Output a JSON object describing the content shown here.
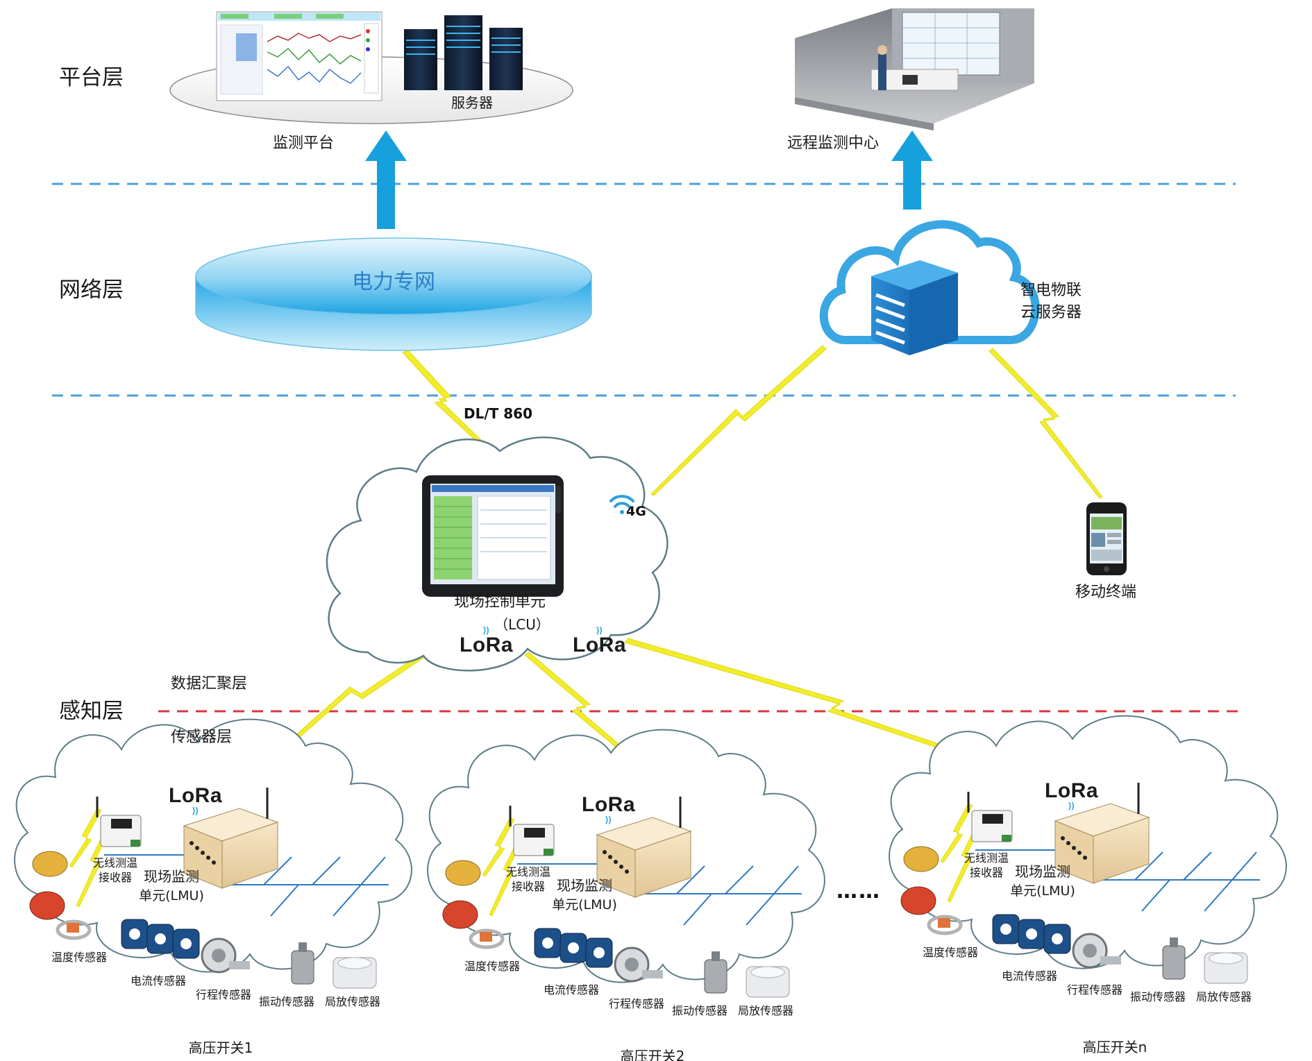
{
  "layers": {
    "platform": "平台层",
    "network": "网络层",
    "perception": "感知层",
    "data_aggregation": "数据汇聚层",
    "sensor": "传感器层"
  },
  "platform": {
    "server_label": "服务器",
    "monitor_platform": "监测平台",
    "remote_center": "远程监测中心"
  },
  "network": {
    "power_net": "电力专网",
    "cloud_line1": "智电物联",
    "cloud_line2": "云服务器",
    "protocol": "DL/T 860"
  },
  "lcu": {
    "label": "现场控制单元",
    "sub": "（LCU）",
    "badge_4g": "4G",
    "lora": "LoRa"
  },
  "mobile": {
    "label": "移动终端"
  },
  "clusters": [
    {
      "switch": "高压开关1",
      "lora": "LoRa",
      "receiver": "无线测温接收器",
      "receiver_l1": "无线测温",
      "receiver_l2": "接收器",
      "lmu_l1": "现场监测",
      "lmu_l2": "单元(LMU)",
      "temp": "温度传感器",
      "current": "电流传感器",
      "travel": "行程传感器",
      "vibration": "振动传感器",
      "pd": "局放传感器"
    },
    {
      "switch": "高压开关2",
      "lora": "LoRa",
      "receiver_l1": "无线测温",
      "receiver_l2": "接收器",
      "lmu_l1": "现场监测",
      "lmu_l2": "单元(LMU)",
      "temp": "温度传感器",
      "current": "电流传感器",
      "travel": "行程传感器",
      "vibration": "振动传感器",
      "pd": "局放传感器"
    },
    {
      "switch": "高压开关n",
      "lora": "LoRa",
      "receiver_l1": "无线测温",
      "receiver_l2": "接收器",
      "lmu_l1": "现场监测",
      "lmu_l2": "单元(LMU)",
      "temp": "温度传感器",
      "current": "电流传感器",
      "travel": "行程传感器",
      "vibration": "振动传感器",
      "pd": "局放传感器"
    }
  ],
  "ellipsis": "……",
  "colors": {
    "divider_blue": "#4f9fd9",
    "divider_red": "#d9363e",
    "arrow_blue": "#16a0dc",
    "lightning_yellow": "#f2ec2a",
    "cloud_outline": "#5d7d86",
    "cloud_blue": "#3aa6e2"
  }
}
